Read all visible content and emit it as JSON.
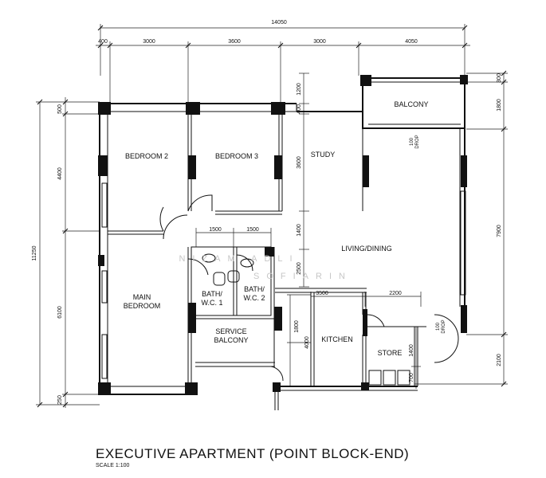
{
  "title": "EXECUTIVE APARTMENT (POINT BLOCK-END)",
  "scale": "SCALE  1:100",
  "watermark": {
    "line1": "NIZAM ADLI",
    "line2": "SOFIARIN"
  },
  "rooms": {
    "bedroom2": "BEDROOM 2",
    "bedroom3": "BEDROOM 3",
    "study": "STUDY",
    "balcony": "BALCONY",
    "living": "LIVING/DINING",
    "main1": "MAIN",
    "main2": "BEDROOM",
    "bath1a": "BATH/",
    "bath1b": "W.C. 1",
    "bath2a": "BATH/",
    "bath2b": "W.C. 2",
    "service1": "SERVICE",
    "service2": "BALCONY",
    "kitchen": "KITCHEN",
    "store": "STORE"
  },
  "drops": {
    "d1a": "100",
    "d1b": "DROP",
    "d2a": "100",
    "d2b": "DROP"
  },
  "dims": {
    "total_top": "14050",
    "top_400": "400",
    "top_3000a": "3000",
    "top_3600": "3600",
    "top_3000b": "3000",
    "top_4050": "4050",
    "left_500": "500",
    "left_4400": "4400",
    "left_11250": "11250",
    "left_6100": "6100",
    "left_250": "250",
    "right_300": "300",
    "right_1800": "1800",
    "right_7900": "7900",
    "right_2100": "2100",
    "in_1200": "1200",
    "in_400": "400",
    "in_3600": "3600",
    "in_1400": "1400",
    "in_2500": "2500",
    "in_1800": "1800",
    "in_4000": "4000",
    "bath_1500a": "1500",
    "bath_1500b": "1500",
    "k_3500": "3500",
    "k_2200": "2200",
    "st_1400": "1400",
    "st_700": "700"
  }
}
